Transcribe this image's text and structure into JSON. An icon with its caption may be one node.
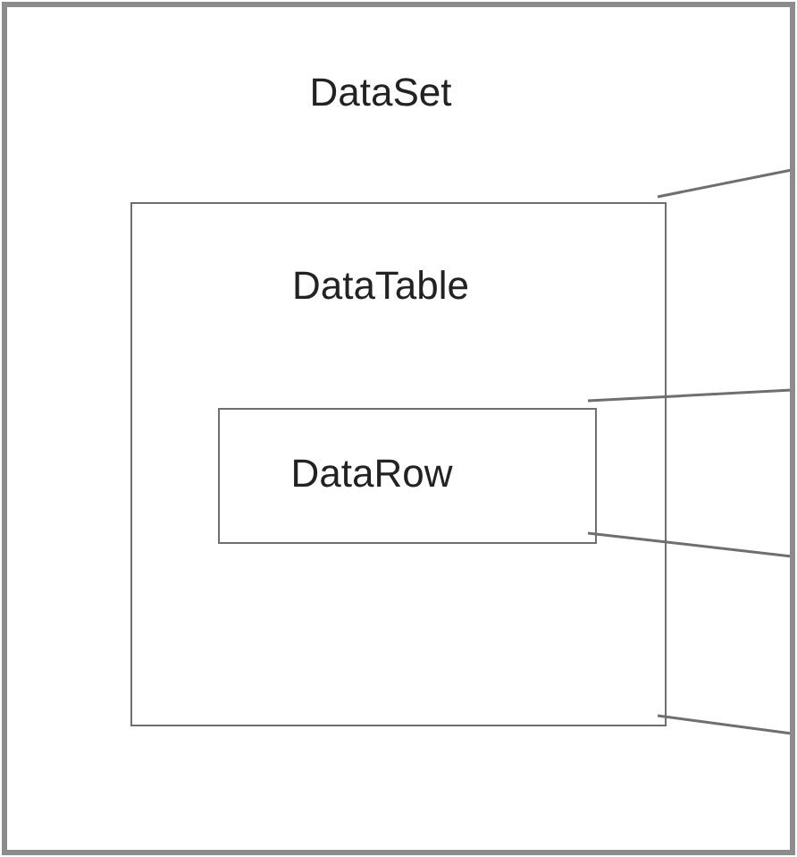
{
  "diagram": {
    "nodes": [
      {
        "text": [
          "DataSet"
        ]
      },
      {
        "text": [
          "DataTable"
        ],
        "in": 0
      },
      {
        "text": [
          "DataRow"
        ],
        "in": 1
      }
    ]
  }
}
